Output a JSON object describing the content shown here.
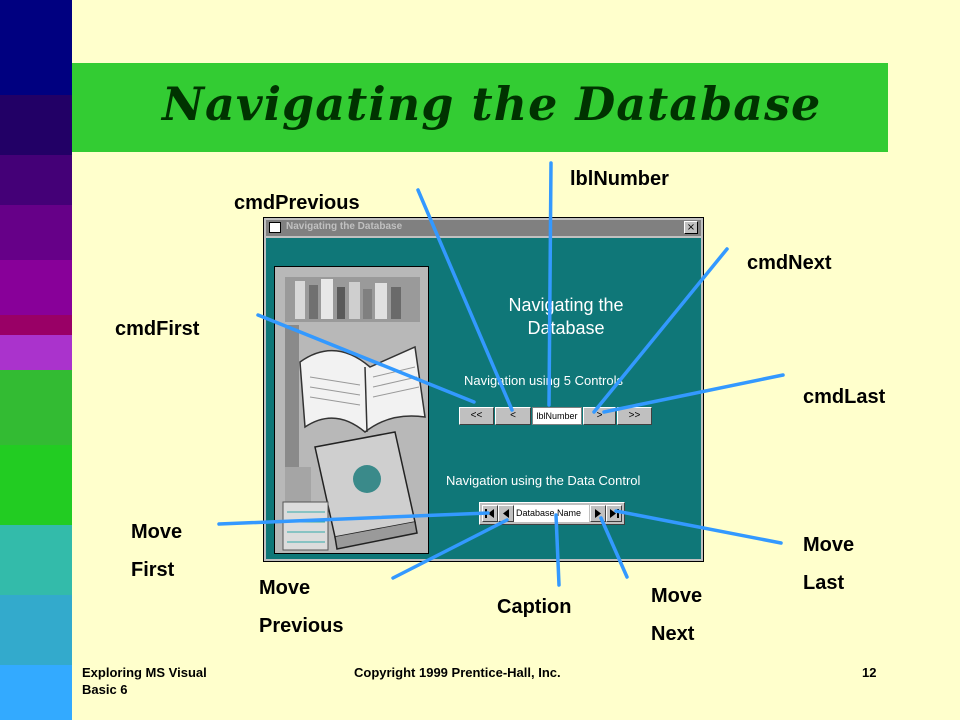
{
  "slide": {
    "title": "Navigating the Database",
    "page_number": "12",
    "footer_left_1": "Exploring MS Visual",
    "footer_left_2": "Basic 6",
    "footer_center": "Copyright 1999 Prentice-Hall, Inc."
  },
  "colors": {
    "background": "#ffffcc",
    "title_band": "#33cc33",
    "title_text": "#003300",
    "callout_line": "#3399ff",
    "form_client": "#0f7778",
    "stripe_colors": [
      "#000080",
      "#220066",
      "#440077",
      "#660088",
      "#880099",
      "#990066",
      "#aa33cc",
      "#33bb33",
      "#22cc22",
      "#33bbaa",
      "#33aacc",
      "#33aaff"
    ]
  },
  "callouts": {
    "lblNumber": "lblNumber",
    "cmdPrevious": "cmdPrevious",
    "cmdNext": "cmdNext",
    "cmdFirst": "cmdFirst",
    "cmdLast": "cmdLast",
    "move_first_1": "Move",
    "move_first_2": "First",
    "move_previous_1": "Move",
    "move_previous_2": "Previous",
    "caption": "Caption",
    "move_next_1": "Move",
    "move_next_2": "Next",
    "move_last_1": "Move",
    "move_last_2": "Last"
  },
  "window": {
    "title": "Navigating the Database",
    "close_glyph": "×",
    "heading_1": "Navigating the",
    "heading_2": "Database",
    "nav5_label": "Navigation using 5 Controls",
    "buttons": {
      "first": "<<",
      "previous": "<",
      "next": ">",
      "last": ">>"
    },
    "lbl_number": "lblNumber",
    "datactl_label": "Navigation using the Data Control",
    "datactl_caption": "Database Name"
  }
}
